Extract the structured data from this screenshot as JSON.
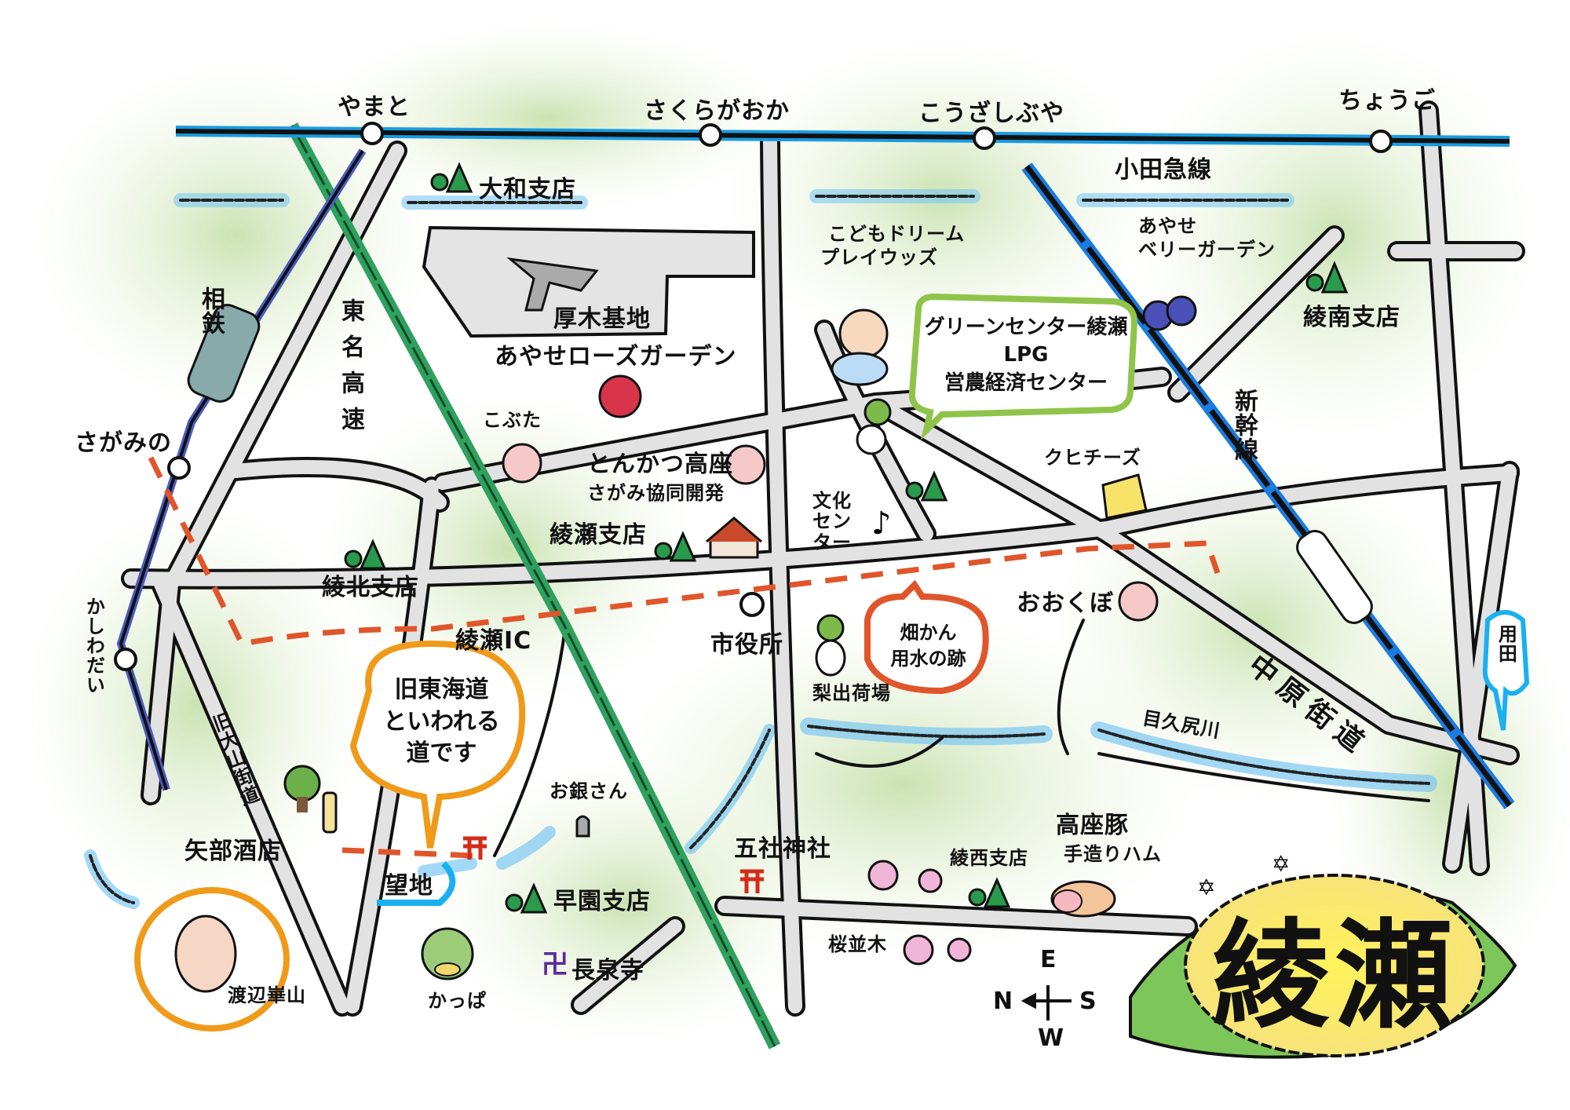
{
  "title": "綾瀬",
  "stations": {
    "yamato": "やまと",
    "sakuragaoka": "さくらがおか",
    "kouzashibuya": "こうざしぶや",
    "chougo": "ちょうご",
    "sagamino": "さがみの",
    "kashiwadai": "かしわだい"
  },
  "lines": {
    "odakyu": "小田急線",
    "sotetsu": "相鉄",
    "tomei": "東名高速",
    "shinkansen": "新幹線",
    "nakahara": "中原街道",
    "oyama": "旧大山街道",
    "mekujiri": "目久尻川"
  },
  "places": {
    "yamato_branch": "大和支店",
    "atsugi_base": "厚木基地",
    "rose_garden": "あやせローズガーデン",
    "kobuta": "こぶた",
    "tonkatsu": "とんかつ高座",
    "sagami_kyodo": "さがみ協同開発",
    "ayase_branch": "綾瀬支店",
    "ryohoku_branch": "綾北支店",
    "ayase_ic": "綾瀬IC",
    "city_hall": "市役所",
    "kodomo_dream": "こどもドリーム",
    "playwoods": "プレイウッズ",
    "bunka_center": "文化センター",
    "cheese": "クヒチーズ",
    "berry_garden_1": "あやせ",
    "berry_garden_2": "ベリーガーデン",
    "ryonan_branch": "綾南支店",
    "okubo": "おおくぼ",
    "shipping": "梨出荷場",
    "ogin": "お銀さん",
    "gosha": "五社神社",
    "ryosai_branch": "綾西支店",
    "ham_1": "高座豚",
    "ham_2": "手造りハム",
    "sakura_namiki": "桜並木",
    "yabe_sake": "矢部酒店",
    "mochi": "望地",
    "hayazono_branch": "早園支店",
    "chosenji": "長泉寺",
    "kappa": "かっぱ",
    "kazan": "渡辺崋山",
    "yoda": "用田"
  },
  "bubbles": {
    "green_center": [
      "グリーンセンター綾瀬",
      "LPG",
      "営農経済センター"
    ],
    "tokaido": [
      "旧東海道",
      "といわれる",
      "道です"
    ],
    "hatakan": [
      "畑かん",
      "用水の跡"
    ]
  },
  "compass": {
    "n": "N",
    "s": "S",
    "e": "E",
    "w": "W"
  },
  "colors": {
    "odakyu": "#1a9be0",
    "tomei": "#1f8a4c",
    "sotetsu": "#2b3a8f",
    "dashed": "#e0552a",
    "lemon": "#fbe94a"
  }
}
